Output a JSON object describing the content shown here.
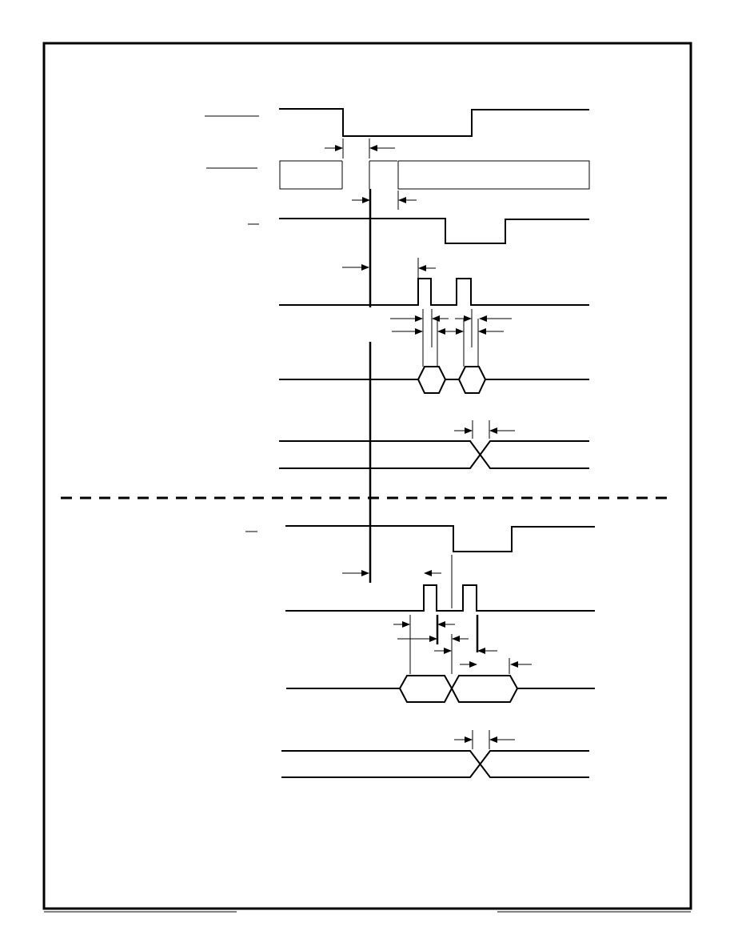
{
  "figure": {
    "type": "timing-diagram",
    "sections": [
      "upper",
      "lower"
    ],
    "separator": "dashed",
    "colors": {
      "line": "#000000",
      "background": "#ffffff"
    }
  }
}
